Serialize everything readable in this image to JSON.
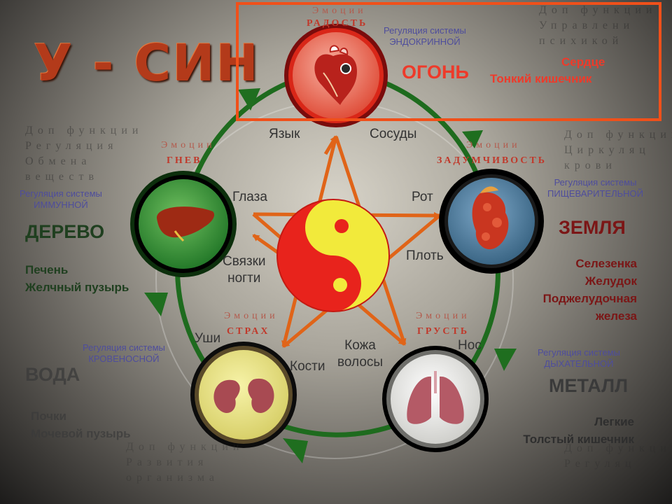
{
  "title": "У - СИН",
  "colors": {
    "fire": "#ee3a2a",
    "earth": "#7b1616",
    "wood": "#1f3f1f",
    "metal_water": "#3a3a3a",
    "regulation": "#4e4d9c",
    "emotion": "#c0392b",
    "cycle": "#1e6b1e",
    "arrow": "#e06418",
    "highlight": "#f0501a"
  },
  "fire": {
    "emotion_label": "Эмоции",
    "emotion": "РАДОСТЬ",
    "regulation": [
      "Регуляция системы",
      "ЭНДОКРИННОЙ"
    ],
    "element": "ОГОНЬ",
    "organs": [
      "Сердце",
      "Тонкий кишечник"
    ],
    "parts": [
      "Язык",
      "Сосуды"
    ],
    "ghost": [
      "Доп функции",
      "Управлени",
      "психикой"
    ],
    "icon": "heart-icon"
  },
  "earth": {
    "emotion_label": "Эмоции",
    "emotion": "ЗАДУМЧИВОСТЬ",
    "regulation": [
      "Регуляция системы",
      "ПИЩЕВАРИТЕЛЬНОЙ"
    ],
    "element": "ЗЕМЛЯ",
    "organs": [
      "Селезенка",
      "Желудок",
      "Поджелудочная",
      "железа"
    ],
    "parts": [
      "Рот",
      "Плоть"
    ],
    "ghost": [
      "Доп функции",
      "Циркуляц",
      "крови"
    ],
    "icon": "spleen-icon"
  },
  "wood": {
    "emotion_label": "Эмоции",
    "emotion": "ГНЕВ",
    "regulation": [
      "Регуляция системы",
      "ИММУННОЙ"
    ],
    "element": "ДЕРЕВО",
    "organs": [
      "Печень",
      "Желчный пузырь"
    ],
    "parts": [
      "Глаза",
      "Связки",
      "ногти"
    ],
    "ghost": [
      "Доп функции",
      "Регуляция",
      "Обмена",
      "веществ"
    ],
    "icon": "liver-icon"
  },
  "water": {
    "emotion_label": "Эмоции",
    "emotion": "СТРАХ",
    "regulation": [
      "Регуляция системы",
      "КРОВЕНОСНОЙ"
    ],
    "element": "ВОДА",
    "organs": [
      "Почки",
      "Мочевой пузырь"
    ],
    "parts": [
      "Уши",
      "Кости"
    ],
    "ghost": [
      "Доп функции",
      "Развития",
      "организма"
    ],
    "icon": "kidneys-icon"
  },
  "metal": {
    "emotion_label": "Эмоции",
    "emotion": "ГРУСТЬ",
    "regulation": [
      "Регуляция системы",
      "ДЫХАТЕЛЬНОЙ"
    ],
    "element": "МЕТАЛЛ",
    "organs": [
      "Легкие",
      "Толстый кишечник"
    ],
    "parts": [
      "Нос",
      "Кожа",
      "волосы"
    ],
    "ghost": [
      "Доп функции",
      "Регуляц"
    ],
    "icon": "lungs-icon"
  }
}
